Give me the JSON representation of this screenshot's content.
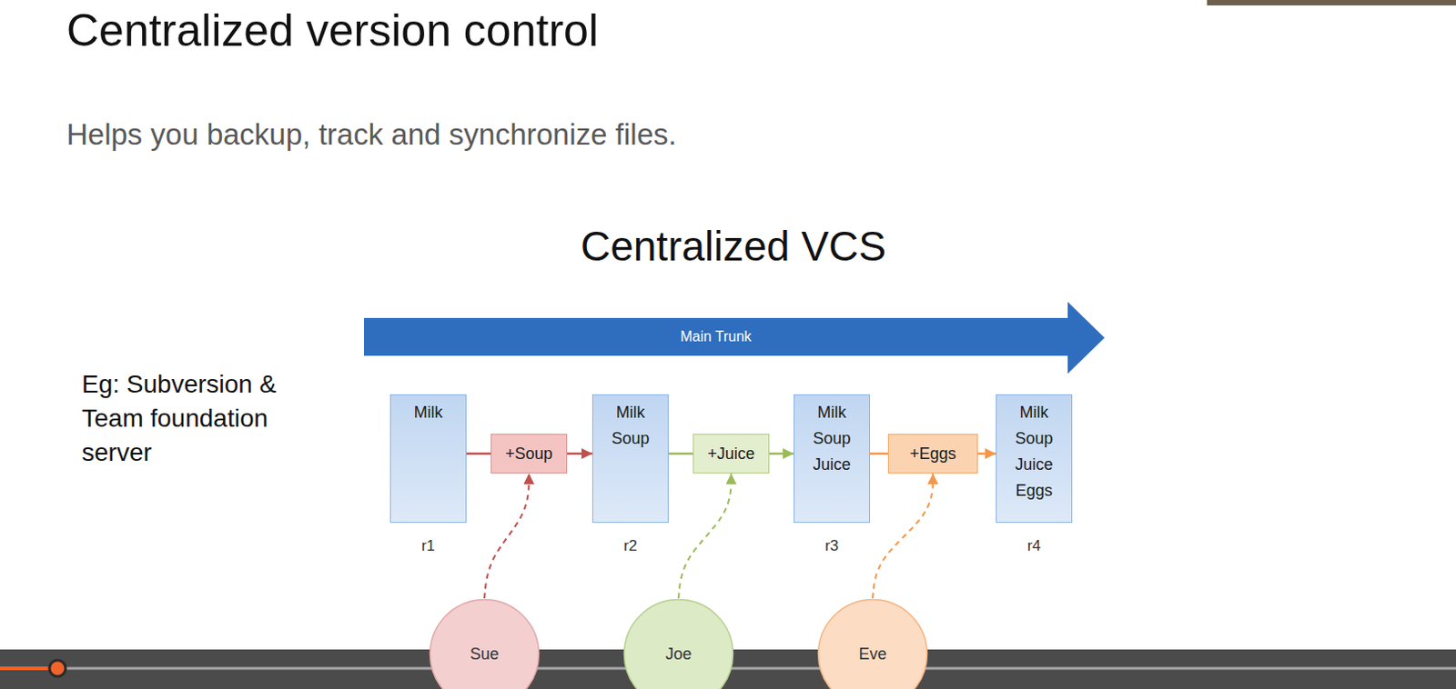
{
  "diagram": {
    "title": "Centralized version control",
    "nodes": [
      {
        "text": [
          "Main Trunk"
        ]
      },
      {
        "text": [
          "Milk",
          "r1"
        ]
      },
      {
        "text": [
          "+Soup"
        ]
      },
      {
        "text": [
          "Milk Soup",
          "r2"
        ]
      },
      {
        "text": [
          "+Juice"
        ]
      },
      {
        "text": [
          "Milk Soup Juice",
          "r3"
        ]
      },
      {
        "text": [
          "+Eggs"
        ]
      },
      {
        "text": [
          "Milk Soup Juice Eggs",
          "r4"
        ]
      },
      {
        "text": [
          "Sue"
        ]
      },
      {
        "text": [
          "Joe"
        ]
      },
      {
        "text": [
          "Eve"
        ]
      }
    ],
    "edges": [
      {
        "from": 1,
        "to": 2,
        "arrow": "none"
      },
      {
        "from": 2,
        "to": 3,
        "arrow": "to"
      },
      {
        "from": 8,
        "to": 2,
        "arrow": "to"
      },
      {
        "from": 3,
        "to": 4,
        "arrow": "none"
      },
      {
        "from": 4,
        "to": 5,
        "arrow": "to"
      },
      {
        "from": 9,
        "to": 4,
        "arrow": "to"
      },
      {
        "from": 5,
        "to": 6,
        "arrow": "none"
      },
      {
        "from": 6,
        "to": 7,
        "arrow": "to"
      },
      {
        "from": 10,
        "to": 6,
        "arrow": "to"
      }
    ],
    "labels": [
      "Helps you backup, track and synchronize files.",
      "Centralized VCS",
      "Eg: Subversion & Team foundation server"
    ]
  }
}
